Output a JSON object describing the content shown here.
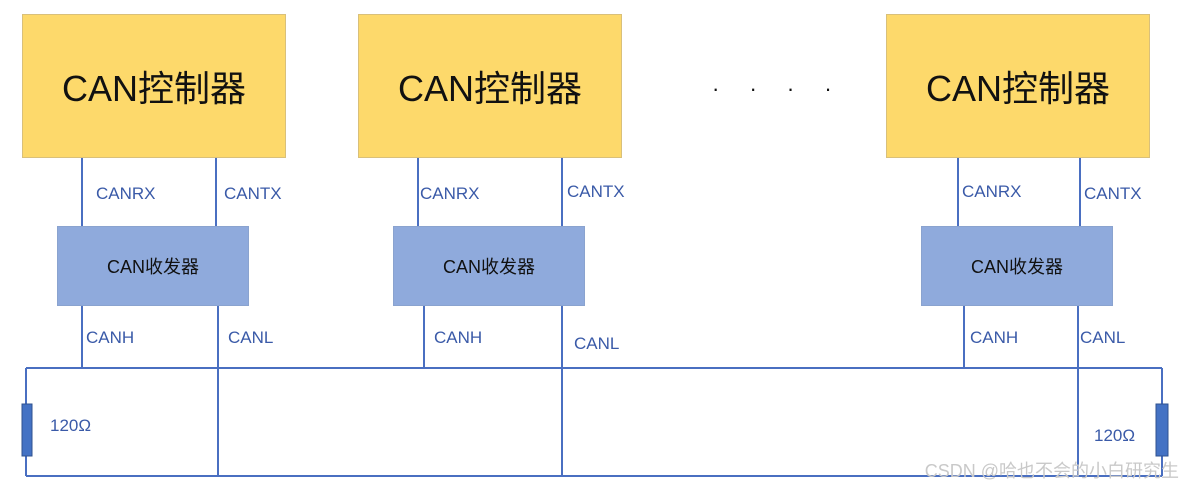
{
  "nodes": [
    {
      "controller": "CAN控制器",
      "rx": "CANRX",
      "tx": "CANTX",
      "transceiver": "CAN收发器",
      "h": "CANH",
      "l": "CANL"
    },
    {
      "controller": "CAN控制器",
      "rx": "CANRX",
      "tx": "CANTX",
      "transceiver": "CAN收发器",
      "h": "CANH",
      "l": "CANL"
    },
    {
      "controller": "CAN控制器",
      "rx": "CANRX",
      "tx": "CANTX",
      "transceiver": "CAN收发器",
      "h": "CANH",
      "l": "CANL"
    }
  ],
  "ellipsis": "· · · ·",
  "resistor_left": "120Ω",
  "resistor_right": "120Ω",
  "watermark": "CSDN @哈也不会的小白研究生",
  "colors": {
    "controller": "#fdd96b",
    "transceiver": "#8faadc",
    "wire": "#4a6fc1",
    "resistor": "#4472c4"
  }
}
